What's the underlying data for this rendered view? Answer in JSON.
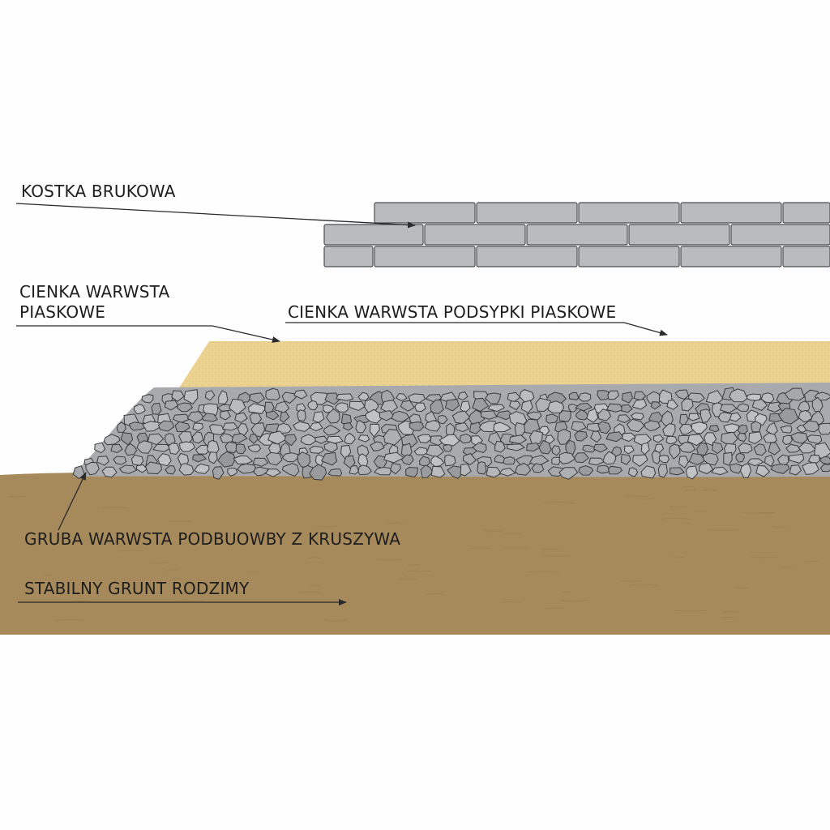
{
  "labels": {
    "paver": "KOSTKA BRUKOWA",
    "sand_left_line1": "CIENKA WARWSTA",
    "sand_left_line2": "PIASKOWE",
    "sand_right": "CIENKA WARWSTA PODSYPKI PIASKOWE",
    "gravel": "GRUBA WARWSTA PODBUOWBY Z KRUSZYWA",
    "soil": "STABILNY GRUNT RODZIMY"
  },
  "colors": {
    "background": "#fefefe",
    "paver_fill": "#b9bbbd",
    "paver_stroke": "#4d4f52",
    "sand": "#ecd291",
    "gravel_fill": "#a8aaad",
    "gravel_stroke": "#3a3b3d",
    "soil": "#a68a5c",
    "soil_line": "#9a7f52",
    "label_text": "#1e1e1e",
    "leader_line": "#2a2a2a"
  },
  "layers": [
    "paver-course",
    "sand-bedding",
    "aggregate-sub-base",
    "native-soil"
  ]
}
